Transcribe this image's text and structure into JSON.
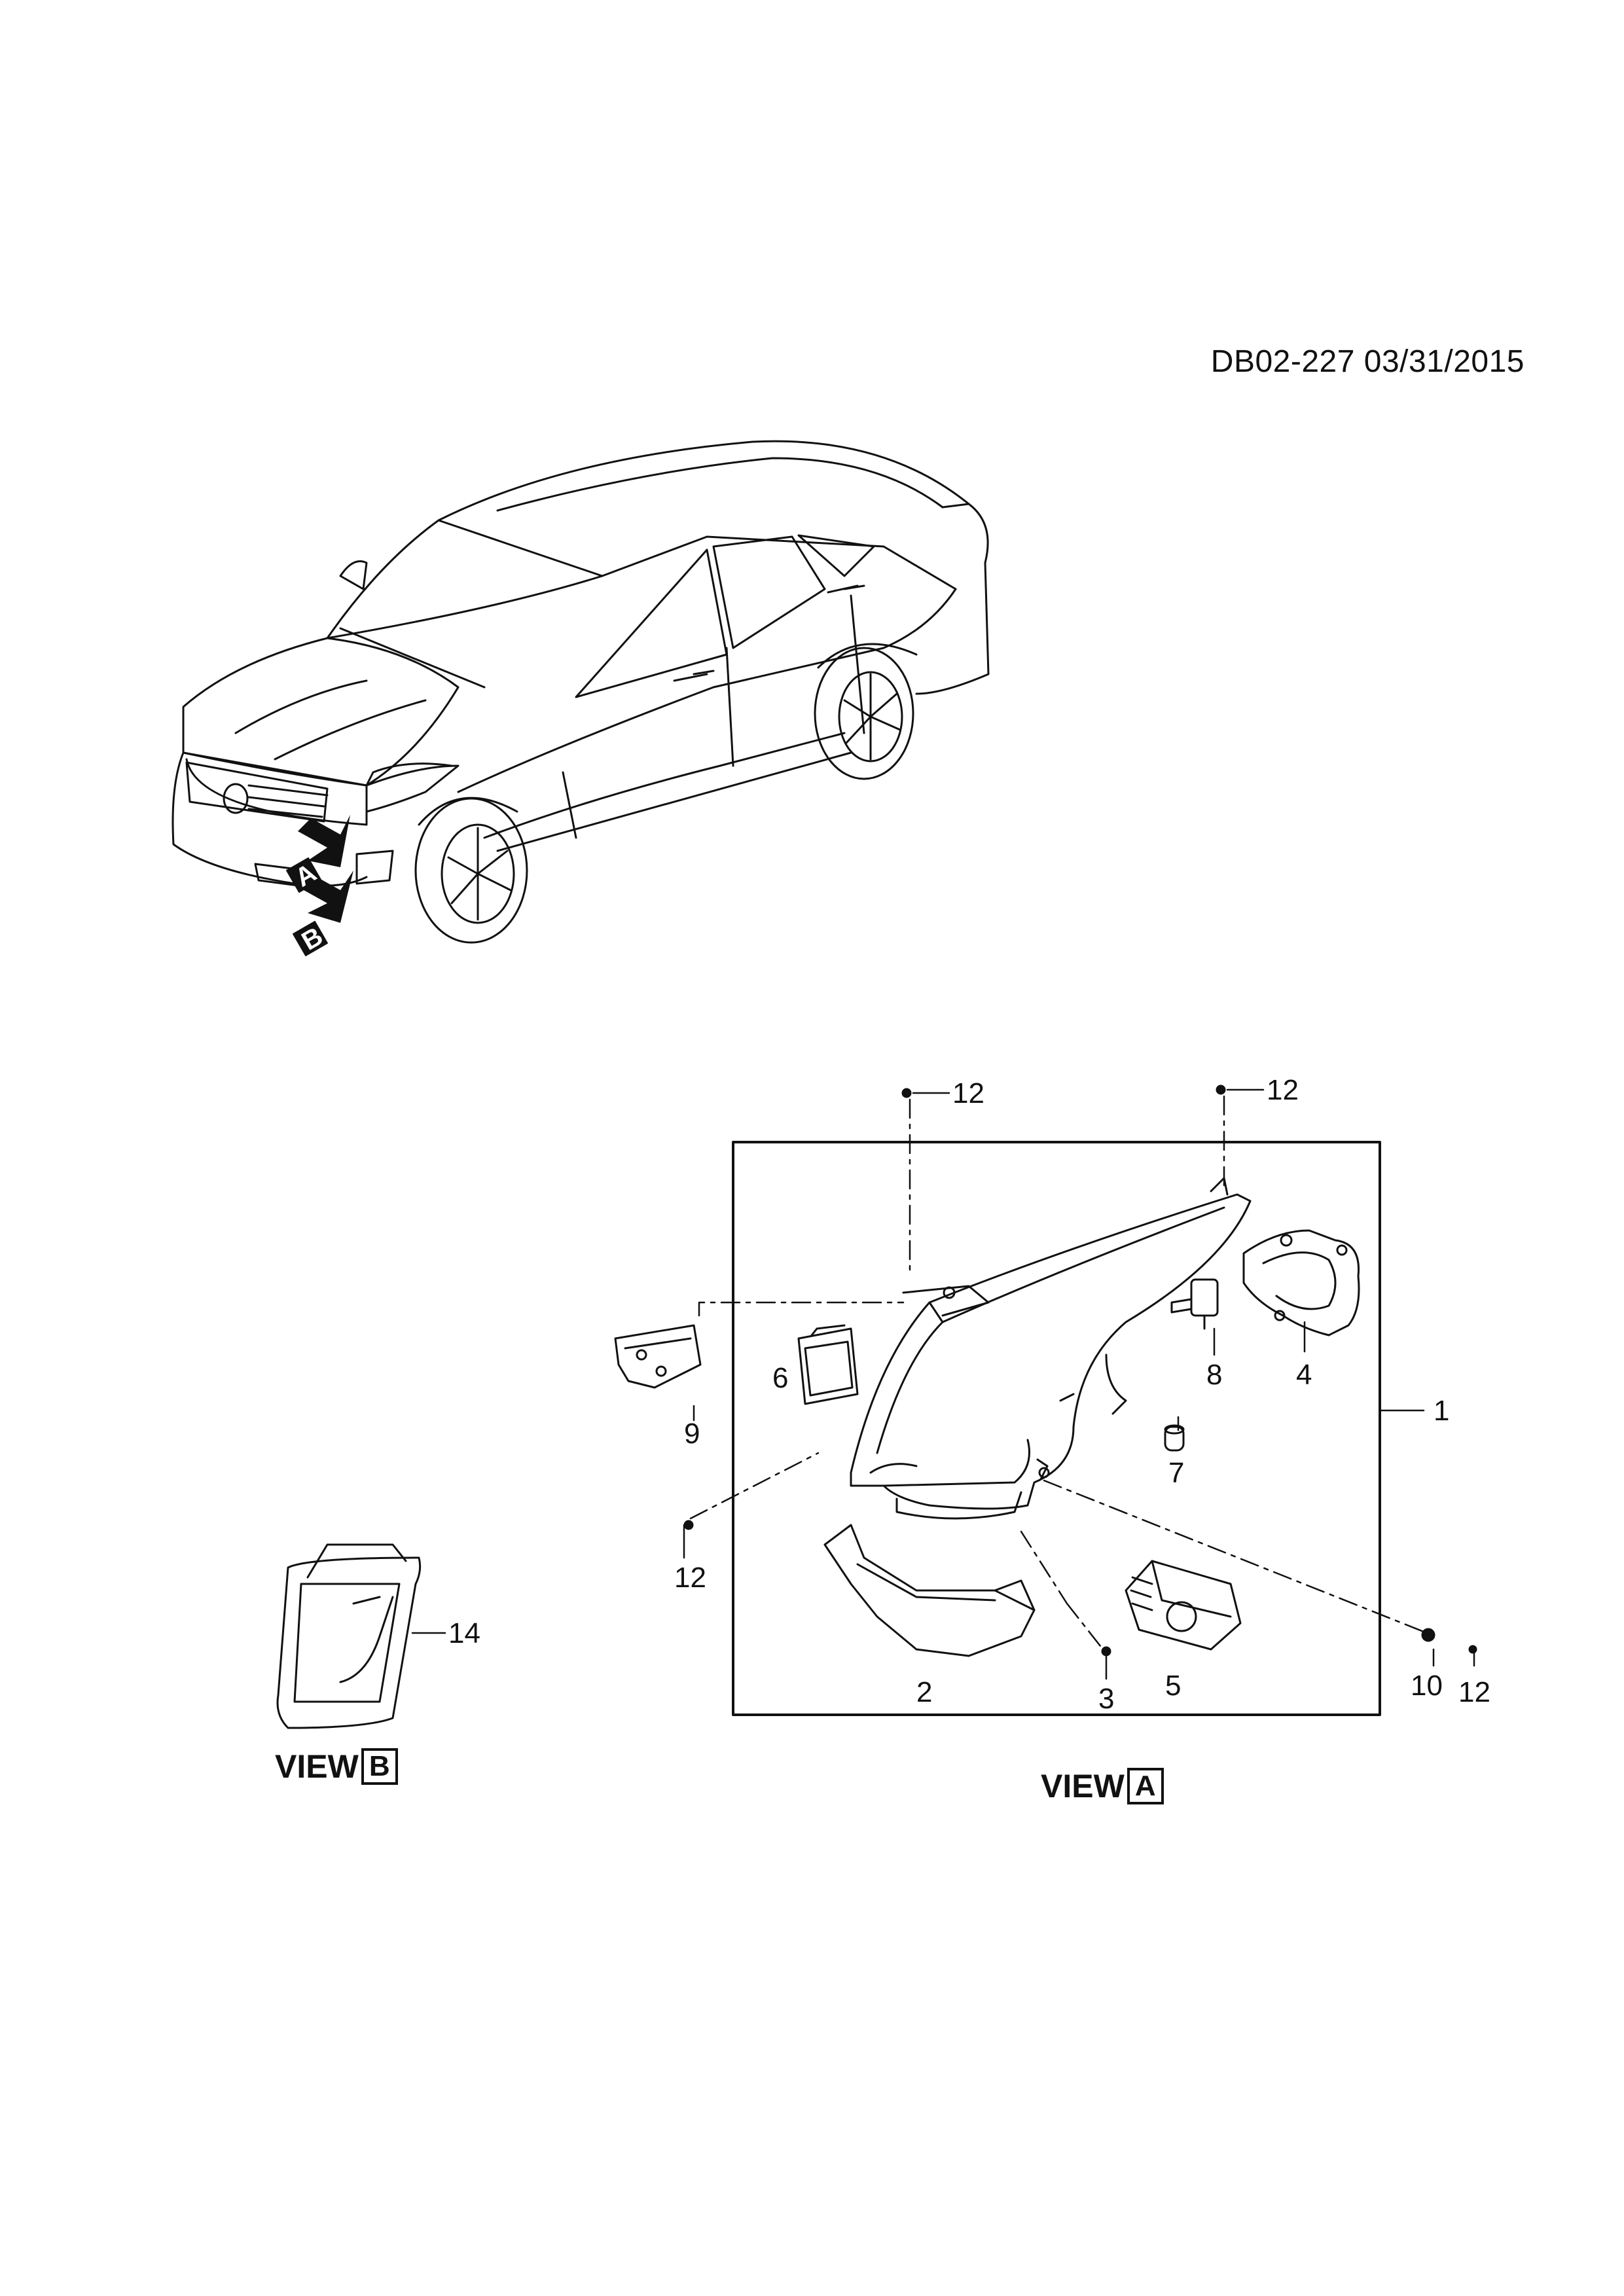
{
  "reference": "DB02-227 03/31/2015",
  "views": {
    "b": {
      "word": "VIEW",
      "letter": "B"
    },
    "a": {
      "word": "VIEW",
      "letter": "A"
    }
  },
  "arrows": {
    "a": "A",
    "b": "B"
  },
  "callouts": {
    "c1": "1",
    "c2": "2",
    "c3": "3",
    "c4": "4",
    "c5": "5",
    "c6": "6",
    "c7": "7",
    "c8": "8",
    "c9": "9",
    "c10": "10",
    "c12_top_left": "12",
    "c12_top_right": "12",
    "c12_left": "12",
    "c12_bottom_right": "12",
    "c14": "14"
  }
}
